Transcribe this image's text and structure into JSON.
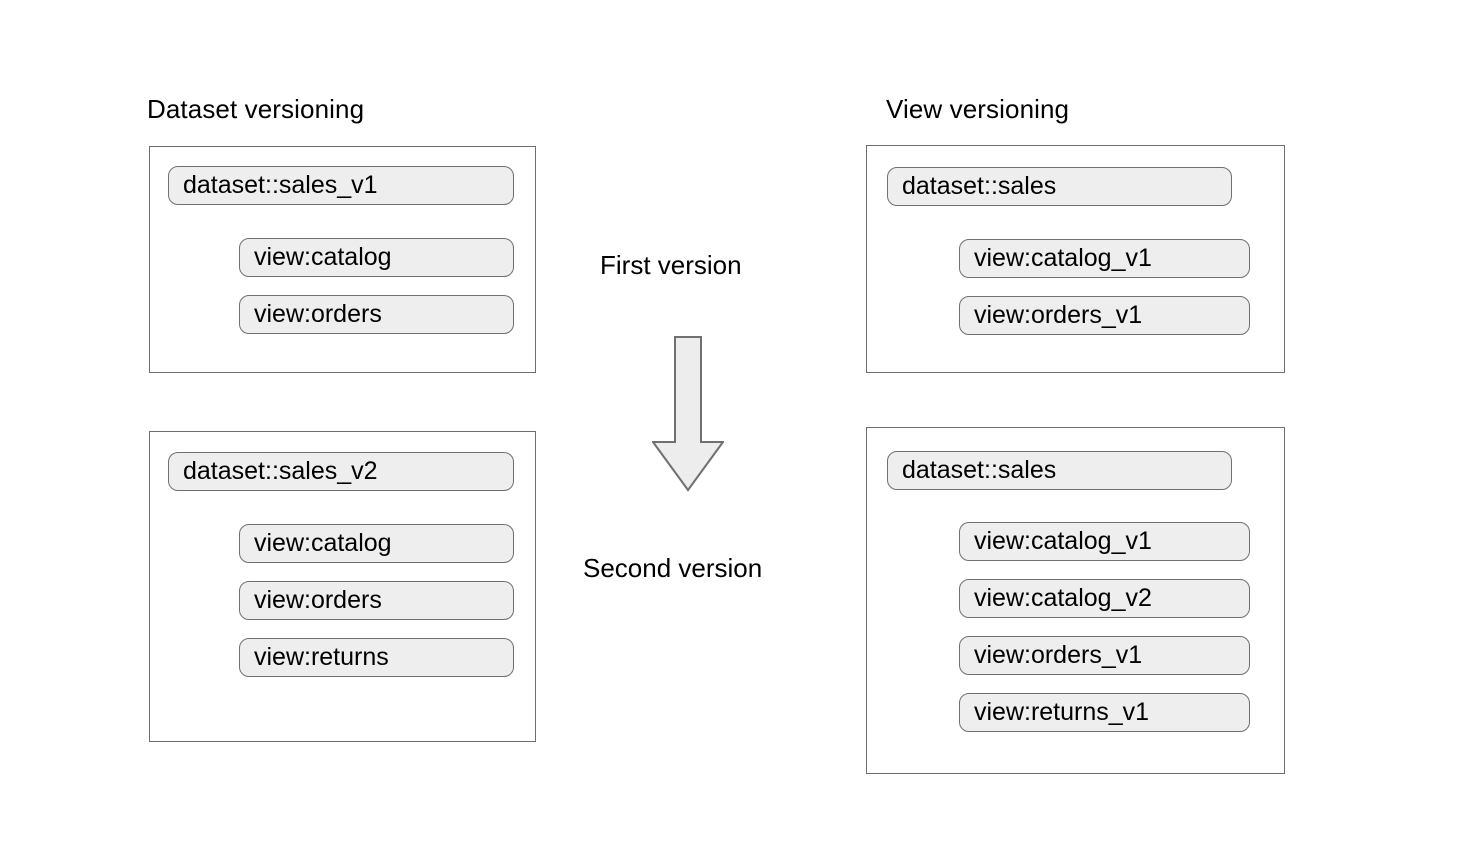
{
  "diagram": {
    "title_left": "Dataset versioning",
    "title_right": "View versioning",
    "center": {
      "first_label": "First version",
      "second_label": "Second version",
      "arrow_icon": "arrow-down-icon",
      "arrow_direction": "down"
    },
    "colors": {
      "page_background": "#ffffff",
      "group_border": "#6e6e6e",
      "pill_fill": "#eeeeee",
      "pill_border": "#707070",
      "text": "#000000",
      "arrow_fill": "#ededed",
      "arrow_stroke": "#707070"
    },
    "columns": [
      {
        "name": "dataset-versioning",
        "title": "Dataset versioning",
        "groups": [
          {
            "stage": "first-version",
            "dataset": "dataset::sales_v1",
            "views": [
              "view:catalog",
              "view:orders"
            ]
          },
          {
            "stage": "second-version",
            "dataset": "dataset::sales_v2",
            "views": [
              "view:catalog",
              "view:orders",
              "view:returns"
            ]
          }
        ]
      },
      {
        "name": "view-versioning",
        "title": "View versioning",
        "groups": [
          {
            "stage": "first-version",
            "dataset": "dataset::sales",
            "views": [
              "view:catalog_v1",
              "view:orders_v1"
            ]
          },
          {
            "stage": "second-version",
            "dataset": "dataset::sales",
            "views": [
              "view:catalog_v1",
              "view:catalog_v2",
              "view:orders_v1",
              "view:returns_v1"
            ]
          }
        ]
      }
    ]
  }
}
